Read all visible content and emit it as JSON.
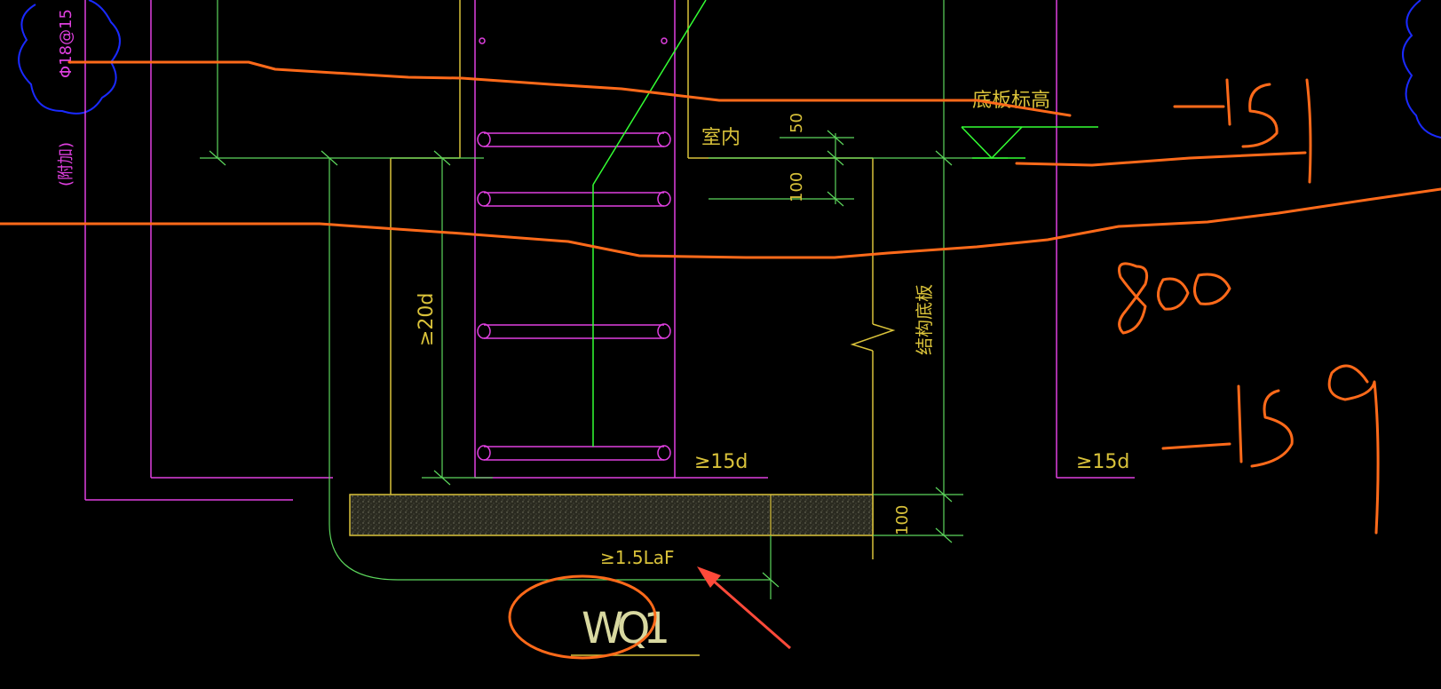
{
  "drawing": {
    "rebar_callout": "Φ18@15",
    "note_left": "(附加)",
    "interior_label": "室内",
    "dim_50": "50",
    "dim_100_top": "100",
    "slab_elev_label": "底板标高",
    "struct_slab_label": "结构底板",
    "anchor_20d": "≥20d",
    "anchor_15d_center": "≥15d",
    "anchor_15d_right": "≥15d",
    "dim_100_bottom": "100",
    "lap_label": "≥1.5LaF",
    "wall_id": "WQ1"
  },
  "handwriting": {
    "elev_top": "-1.51",
    "thickness": "800",
    "elev_bottom": "-1.59"
  },
  "colors": {
    "background": "#000000",
    "rebar_magenta": "#e040e0",
    "concrete_yellow": "#d9c23a",
    "dimension_green": "#5cd65c",
    "bright_green": "#33ff33",
    "handwriting_orange": "#ff6a1a",
    "arrow_red": "#ff4a3a",
    "cloud_blue": "#1a2aff"
  }
}
